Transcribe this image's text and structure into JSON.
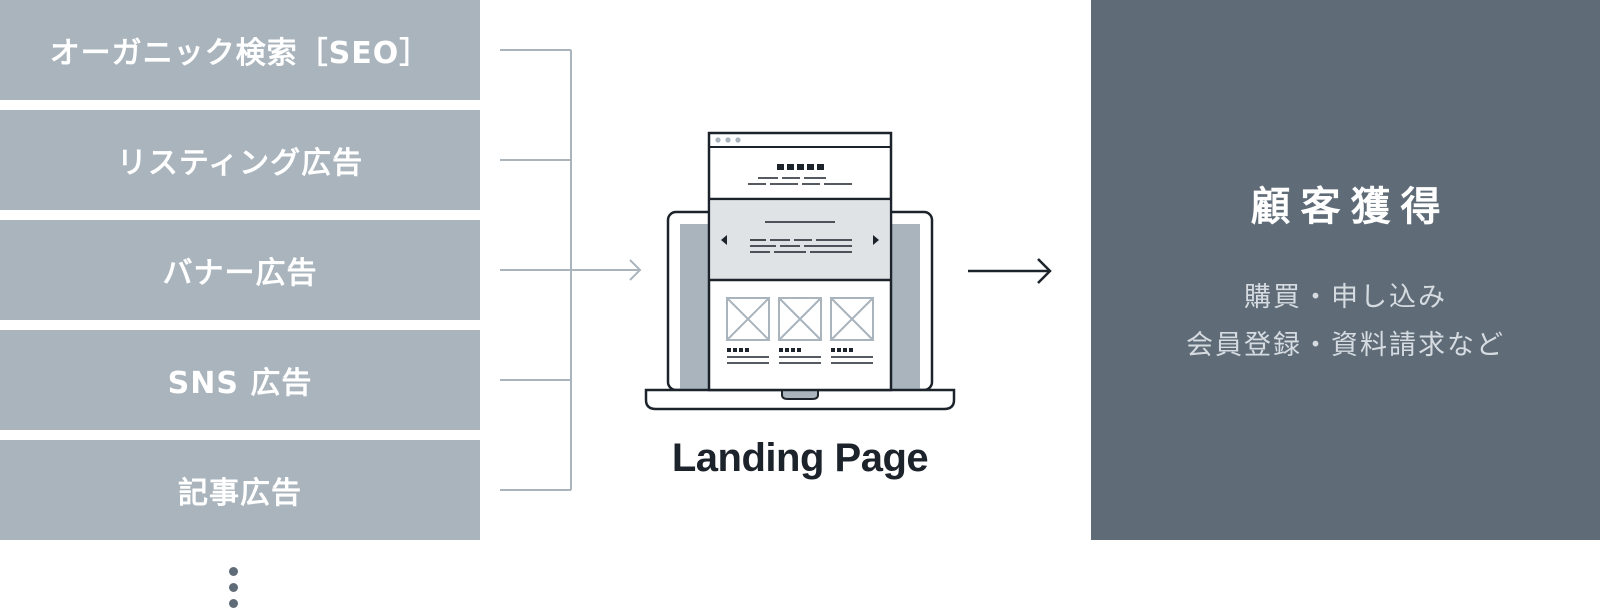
{
  "channels": {
    "items": [
      {
        "label": "オーガニック検索［SEO］"
      },
      {
        "label": "リスティング広告"
      },
      {
        "label": "バナー広告"
      },
      {
        "label": "SNS 広告"
      },
      {
        "label": "記事広告"
      }
    ]
  },
  "landing_page": {
    "label": "Landing Page"
  },
  "goal": {
    "title": "顧客獲得",
    "desc_line1": "購買・申し込み",
    "desc_line2": "会員登録・資料請求など"
  },
  "colors": {
    "channel_bg": "#a9b4bd",
    "goal_bg": "#5f6c78",
    "connector": "#a9b4bd",
    "ink": "#1d232b"
  }
}
